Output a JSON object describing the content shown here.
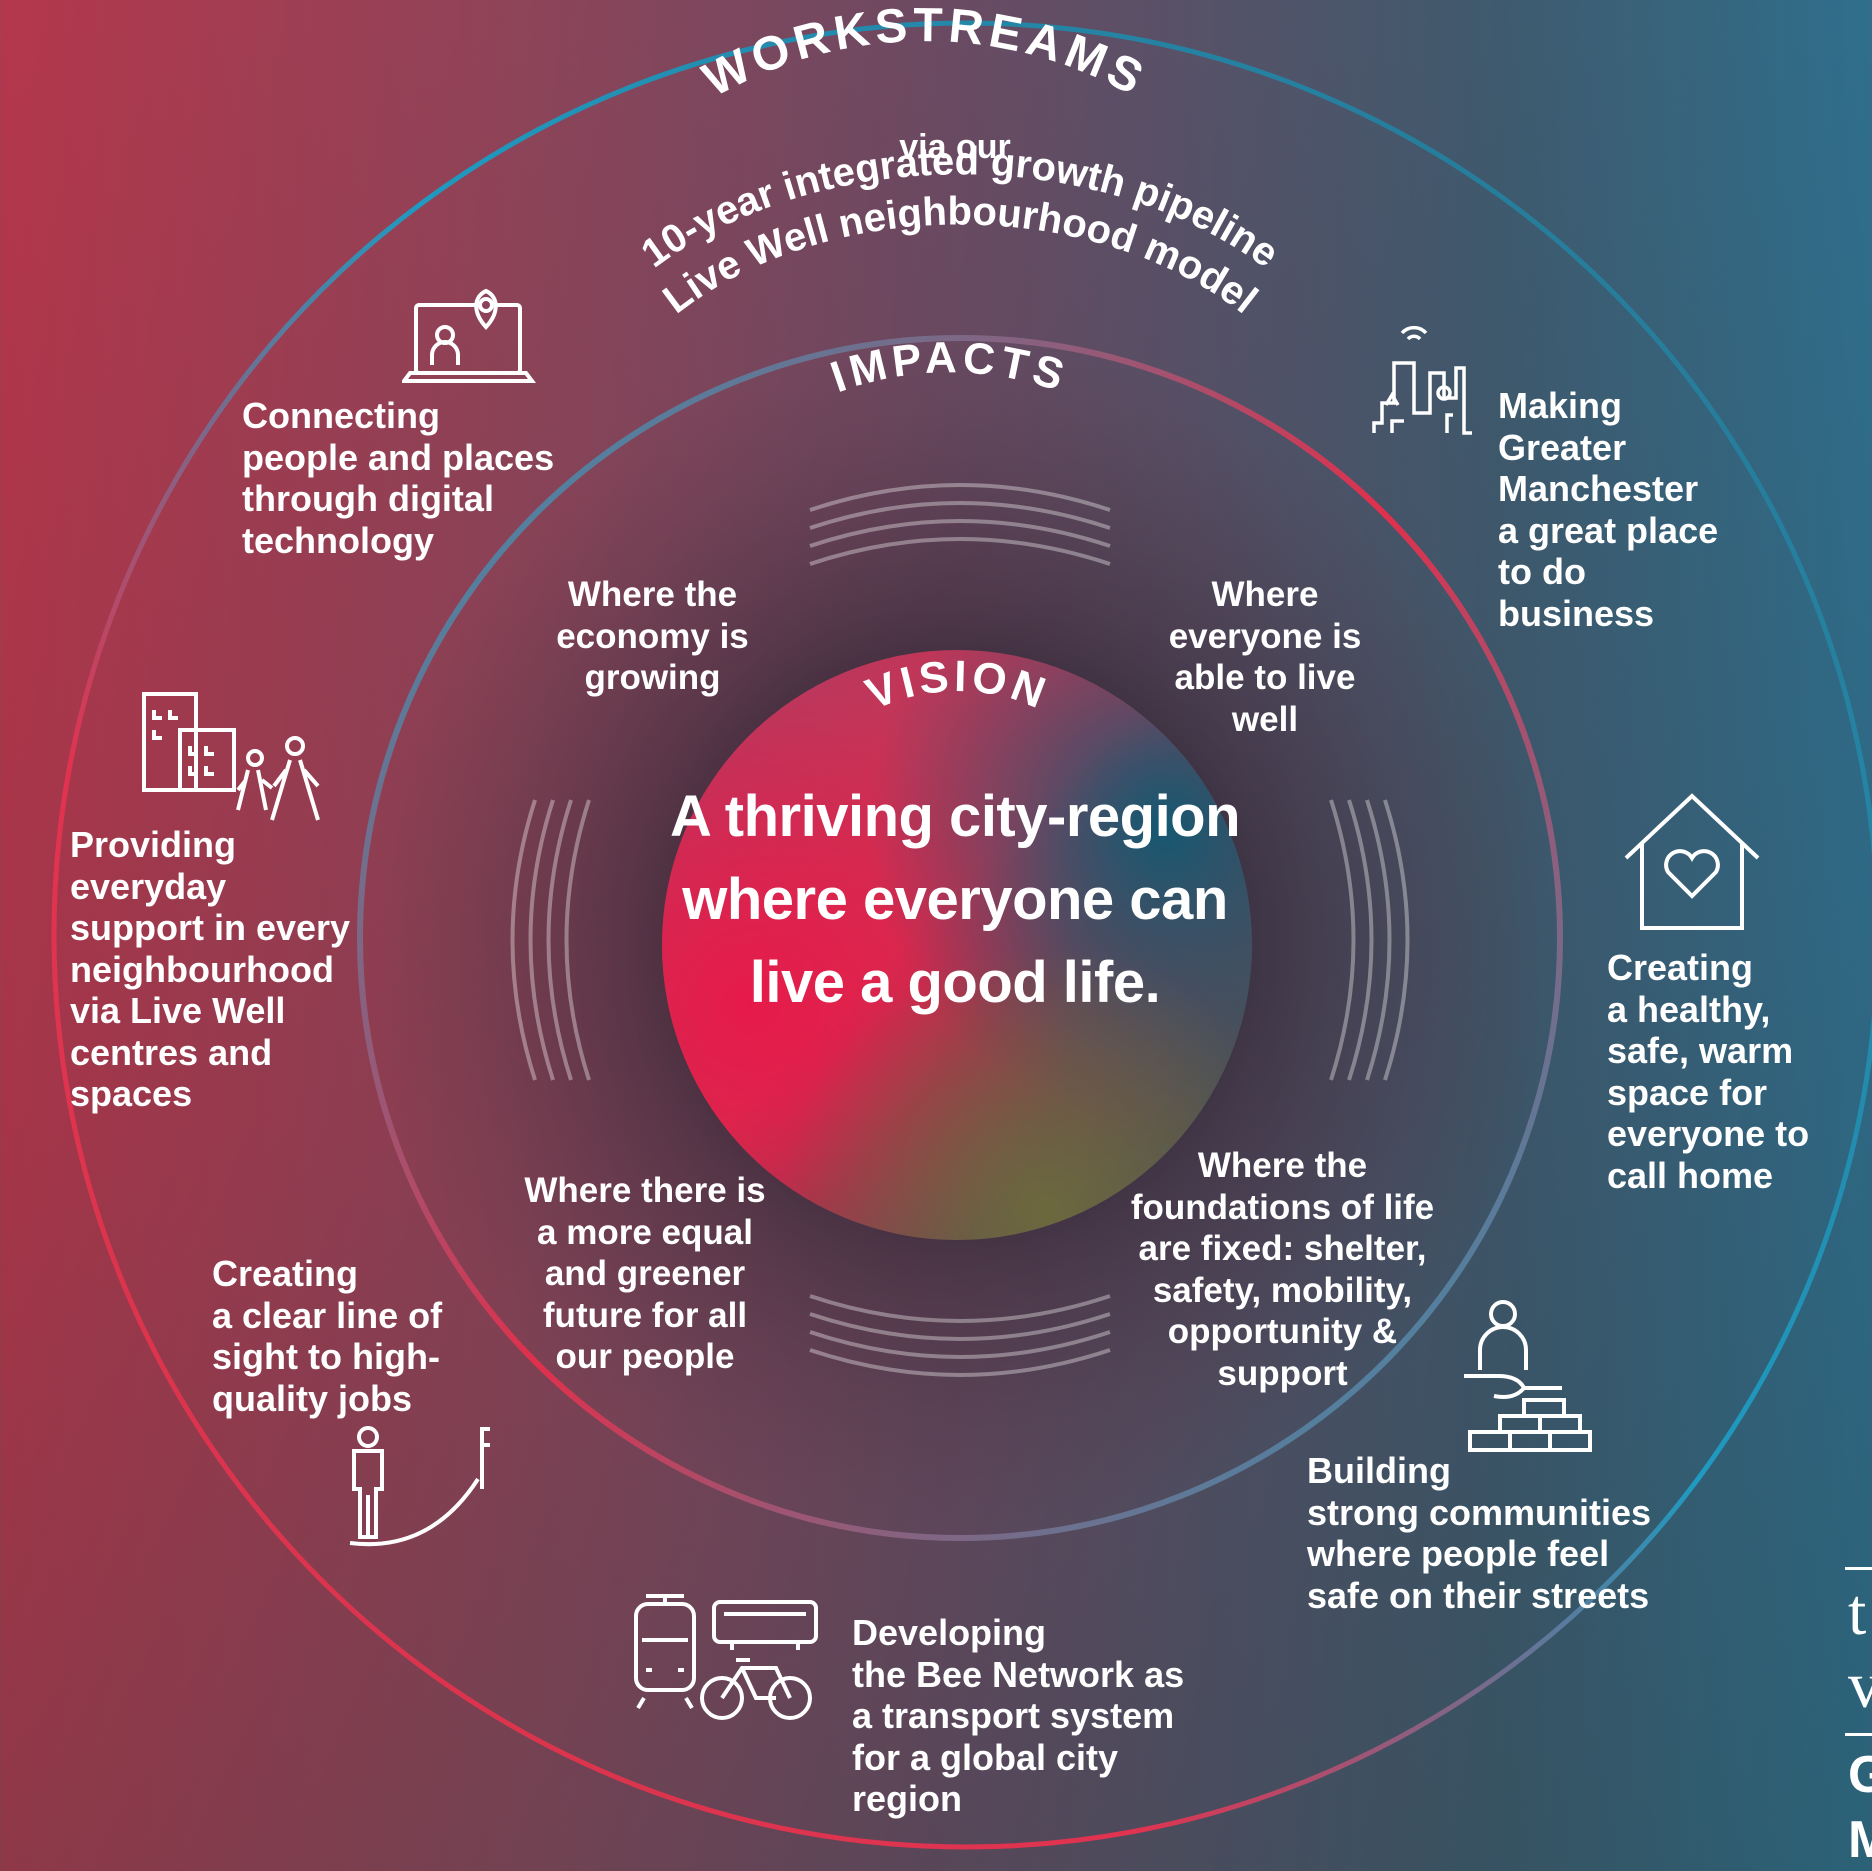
{
  "vision": {
    "heading": "VISION",
    "statement": "A thriving city-region where everyone can live a good life."
  },
  "impacts": {
    "heading": "IMPACTS",
    "items": [
      "Where the economy is growing",
      "Where everyone is able to live well",
      "Where there is a more equal and greener future for all our people",
      "Where the foundations of life are fixed: shelter, safety, mobility, opportunity & support"
    ]
  },
  "workstreams": {
    "heading": "WORKSTREAMS",
    "via": "via our",
    "pipeline": "10-year integrated growth pipeline",
    "model": "Live Well neighbourhood model",
    "items": [
      {
        "lead": "Connecting",
        "rest": "people and places through digital technology",
        "icon": "laptop-location-icon"
      },
      {
        "lead": "Making",
        "rest": "Greater Manchester  a great place to do business",
        "icon": "city-skyline-icon"
      },
      {
        "lead": "Providing",
        "rest": "everyday support in every neighbourhood via Live Well centres and spaces",
        "icon": "building-family-icon"
      },
      {
        "lead": "Creating",
        "rest": "a healthy, safe, warm space for everyone to call home",
        "icon": "house-heart-icon"
      },
      {
        "lead": "Creating",
        "rest": "a clear line of sight to high-quality jobs",
        "icon": "person-goal-icon"
      },
      {
        "lead": "Building",
        "rest": "strong communities where people feel safe on their streets",
        "icon": "hand-bricks-icon"
      },
      {
        "lead": "Developing",
        "rest": "the Bee Network as a transport system for a global city region",
        "icon": "transport-icon"
      }
    ]
  },
  "edge_text": {
    "line1": "t",
    "line2": "v",
    "line3": "G",
    "line4": "M"
  }
}
